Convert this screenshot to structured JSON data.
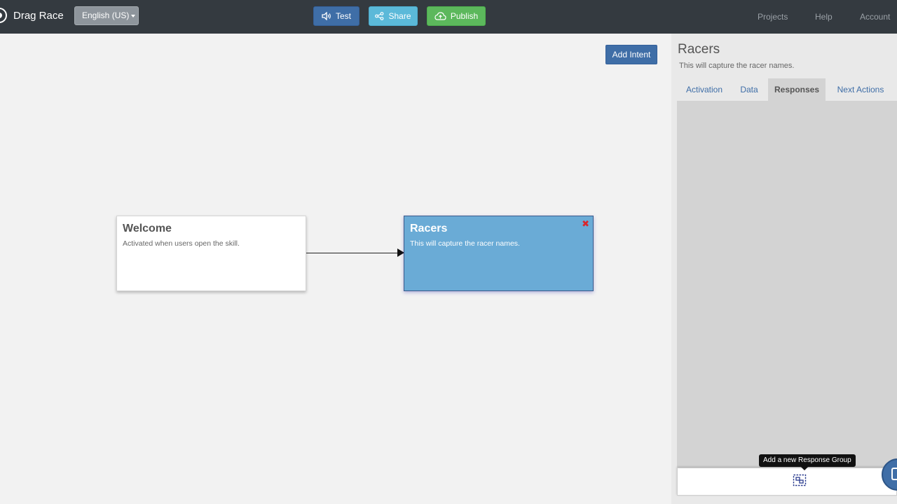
{
  "navbar": {
    "brand": "Drag Race",
    "language": "English (US)",
    "buttons": {
      "test": "Test",
      "share": "Share",
      "publish": "Publish"
    },
    "links": {
      "projects": "Projects",
      "help": "Help",
      "account": "Account"
    }
  },
  "canvas": {
    "add_intent_label": "Add Intent",
    "nodes": [
      {
        "title": "Welcome",
        "description": "Activated when users open the skill."
      },
      {
        "title": "Racers",
        "description": "This will capture the racer names."
      }
    ]
  },
  "panel": {
    "title": "Racers",
    "description": "This will capture the racer names.",
    "tabs": [
      "Activation",
      "Data",
      "Responses",
      "Next Actions"
    ],
    "active_tab": "Responses",
    "tooltip": "Add a new Response Group"
  },
  "colors": {
    "navbar_bg": "#343a40",
    "primary": "#3f6ea7",
    "info": "#5bb9d9",
    "success": "#5cb85c",
    "selected_node": "#6aabd6",
    "close": "#d9262c"
  },
  "icons": {
    "test": "speaker-icon",
    "share": "share-icon",
    "publish": "cloud-upload-icon",
    "close": "close-icon",
    "add_group": "add-group-icon",
    "chat": "chat-icon"
  }
}
